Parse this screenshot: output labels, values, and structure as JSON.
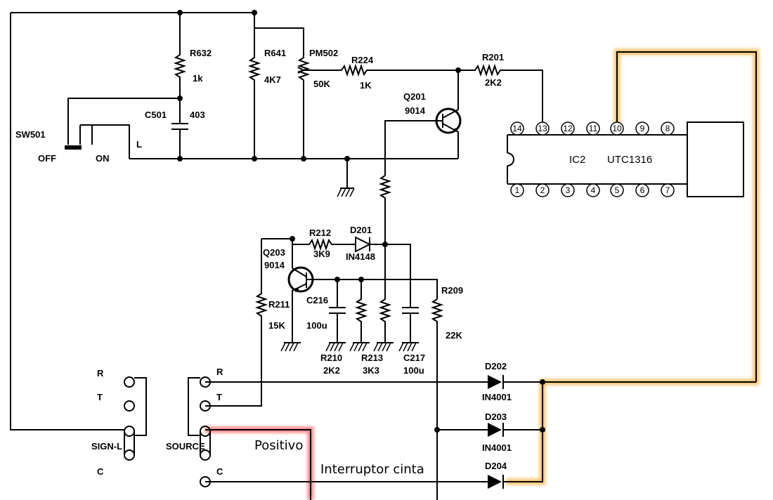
{
  "components": {
    "r632": {
      "ref": "R632",
      "value": "1k"
    },
    "r641": {
      "ref": "R641",
      "value": "4K7"
    },
    "pm502": {
      "ref": "PM502",
      "value": "50K"
    },
    "r224": {
      "ref": "R224",
      "value": "1K"
    },
    "r201": {
      "ref": "R201",
      "value": "2K2"
    },
    "c501": {
      "ref": "C501",
      "value": "403"
    },
    "sw501": {
      "ref": "SW501",
      "off": "OFF",
      "on": "ON",
      "l": "L"
    },
    "q201": {
      "ref": "Q201",
      "value": "9014"
    },
    "q203": {
      "ref": "Q203",
      "value": "9014"
    },
    "r212": {
      "ref": "R212",
      "value": "3K9"
    },
    "d201": {
      "ref": "D201",
      "value": "IN4148"
    },
    "r211": {
      "ref": "R211",
      "value": "15K"
    },
    "c216": {
      "ref": "C216",
      "value": "100u"
    },
    "r210": {
      "ref": "R210",
      "value": "2K2"
    },
    "r213": {
      "ref": "R213",
      "value": "3K3"
    },
    "c217": {
      "ref": "C217",
      "value": "100u"
    },
    "r209": {
      "ref": "R209",
      "value": "22K"
    },
    "d202": {
      "ref": "D202",
      "value": "IN4001"
    },
    "d203": {
      "ref": "D203",
      "value": "IN4001"
    },
    "d204": {
      "ref": "D204",
      "value": ""
    }
  },
  "ic": {
    "ref": "IC2",
    "part": "UTC1316",
    "top_pins": [
      "14",
      "13",
      "12",
      "11",
      "10",
      "9",
      "8"
    ],
    "bottom_pins": [
      "1",
      "2",
      "3",
      "4",
      "5",
      "6",
      "7"
    ]
  },
  "connectors": {
    "sign_l": {
      "label": "SIGN-L",
      "r": "R",
      "t": "T",
      "c": "C"
    },
    "source": {
      "label": "SOURCE",
      "r": "R",
      "t": "T",
      "c": "C"
    }
  },
  "annotations": {
    "positivo": "Positivo",
    "interruptor": "Interruptor cinta"
  },
  "highlight_colors": {
    "orange": "#f5a623",
    "red": "#ff3b3b",
    "blue": "#2a8cff"
  }
}
